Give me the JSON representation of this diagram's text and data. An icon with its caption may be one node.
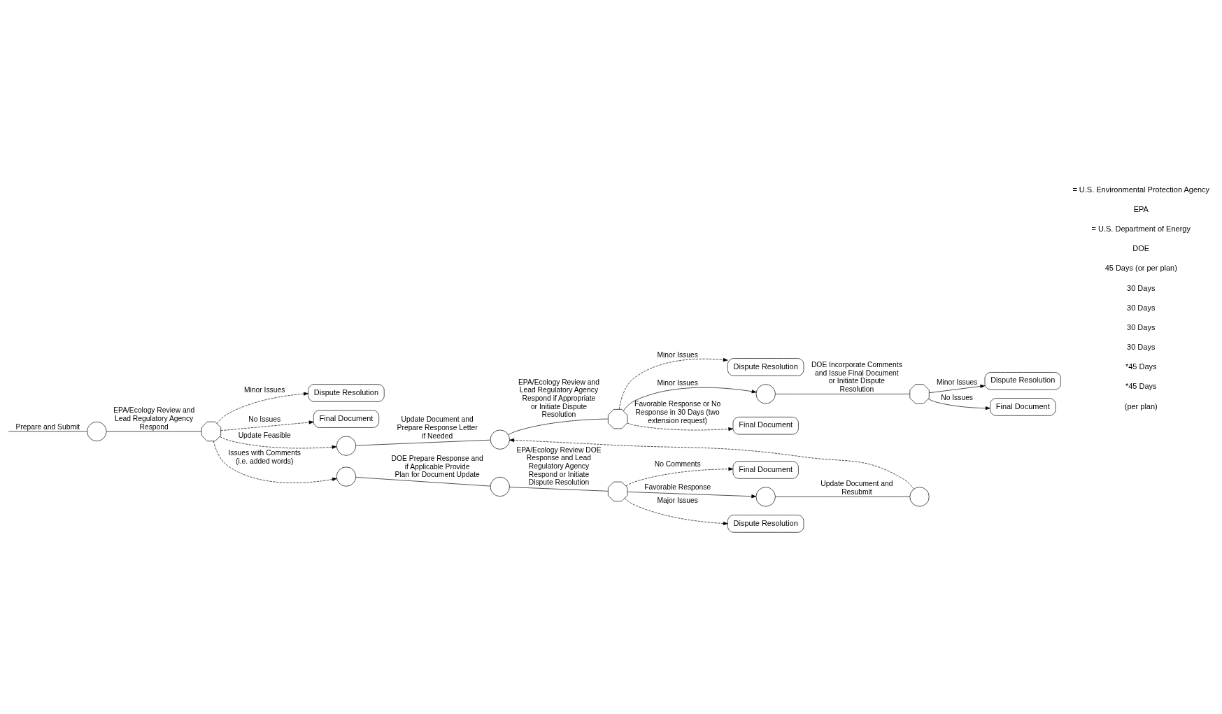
{
  "diagram": {
    "nodes": [
      {
        "text": [],
        "shape": "circle"
      },
      {
        "text": [],
        "shape": "octagon"
      },
      {
        "text": [
          "Dispute Resolution"
        ]
      },
      {
        "text": [
          "Final Document"
        ]
      },
      {
        "text": [],
        "shape": "circle"
      },
      {
        "text": [],
        "shape": "circle"
      },
      {
        "text": [],
        "shape": "octagon"
      },
      {
        "text": [
          "Dispute Resolution"
        ]
      },
      {
        "text": [],
        "shape": "circle"
      },
      {
        "text": [],
        "shape": "octagon"
      },
      {
        "text": [
          "Dispute Resolution"
        ]
      },
      {
        "text": [
          "Final Document"
        ]
      },
      {
        "text": [
          "Final Document"
        ]
      },
      {
        "text": [],
        "shape": "circle"
      },
      {
        "text": [],
        "shape": "circle"
      },
      {
        "text": [],
        "shape": "octagon"
      },
      {
        "text": [
          "Final Document"
        ]
      },
      {
        "text": [],
        "shape": "circle"
      },
      {
        "text": [],
        "shape": "circle"
      },
      {
        "text": [
          "Dispute Resolution"
        ]
      }
    ],
    "edges": [
      {
        "from": null,
        "to": 0,
        "arrow": "none",
        "label": "Prepare and Submit"
      },
      {
        "from": 0,
        "to": 1,
        "arrow": "none",
        "label": "EPA/Ecology Review and Lead Regulatory Agency Respond"
      },
      {
        "from": 1,
        "to": 2,
        "arrow": "to",
        "style": "dashed",
        "label": "Minor Issues"
      },
      {
        "from": 1,
        "to": 3,
        "arrow": "to",
        "style": "dashed",
        "label": "No Issues"
      },
      {
        "from": 1,
        "to": 4,
        "arrow": "to",
        "style": "dashed",
        "label": "Update Feasible"
      },
      {
        "from": 1,
        "to": 13,
        "arrow": "to",
        "style": "dashed",
        "label": "Issues with Comments (i.e. added words)"
      },
      {
        "from": 4,
        "to": 5,
        "arrow": "none",
        "label": "Update Document and Prepare Response Letter if Needed"
      },
      {
        "from": 5,
        "to": 6,
        "arrow": "none",
        "label": "EPA/Ecology Review and Lead Regulatory Agency Respond if Appropriate or Initiate Dispute Resolution"
      },
      {
        "from": 6,
        "to": 7,
        "arrow": "to",
        "style": "dashed",
        "label": "Minor Issues"
      },
      {
        "from": 6,
        "to": 8,
        "arrow": "to",
        "label": "Minor Issues"
      },
      {
        "from": 6,
        "to": 12,
        "arrow": "to",
        "style": "dashed",
        "label": "Favorable Response or No Response in 30 Days (two extension request)"
      },
      {
        "from": 8,
        "to": 9,
        "arrow": "none",
        "label": "DOE Incorporate Comments and Issue Final Document or Initiate Dispute Resolution"
      },
      {
        "from": 9,
        "to": 10,
        "arrow": "to",
        "label": "Minor Issues"
      },
      {
        "from": 9,
        "to": 11,
        "arrow": "to",
        "label": "No Issues"
      },
      {
        "from": 13,
        "to": 14,
        "arrow": "none",
        "label": "DOE Prepare Response and if Applicable Provide Plan for Document Update"
      },
      {
        "from": 14,
        "to": 15,
        "arrow": "none",
        "label": "EPA/Ecology Review DOE Response and Lead Regulatory Agency Respond or Initiate Dispute Resolution"
      },
      {
        "from": 15,
        "to": 16,
        "arrow": "to",
        "style": "dashed",
        "label": "No Comments"
      },
      {
        "from": 15,
        "to": 17,
        "arrow": "to",
        "label": "Favorable Response"
      },
      {
        "from": 15,
        "to": 19,
        "arrow": "to",
        "style": "dashed",
        "label": "Major Issues"
      },
      {
        "from": 17,
        "to": 18,
        "arrow": "none",
        "label": "Update Document and Resubmit"
      },
      {
        "from": 18,
        "to": 5,
        "arrow": "to",
        "style": "dashed"
      }
    ],
    "labels": [
      "(per plan)",
      "*45 Days",
      "*45 Days",
      "30 Days",
      "30 Days",
      "30 Days",
      "30 Days",
      "45 Days (or per plan)",
      "DOE",
      "= U.S. Department of Energy",
      "EPA",
      "= U.S. Environmental Protection Agency"
    ]
  }
}
